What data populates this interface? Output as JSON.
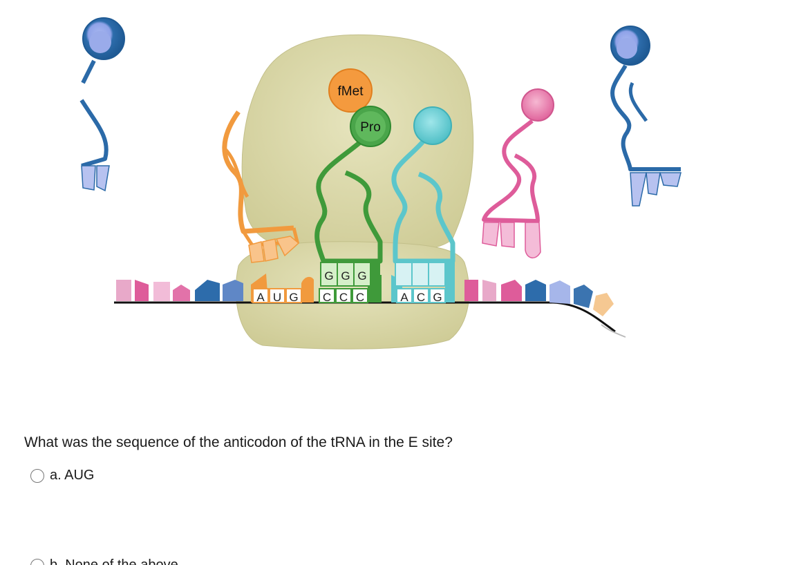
{
  "figure": {
    "amino_acids": {
      "p_site": "fMet",
      "a_site": "Pro"
    },
    "mrna_codons": [
      "A",
      "U",
      "G",
      "C",
      "C",
      "C",
      "A",
      "C",
      "G"
    ],
    "anticodon_p_site": [
      "G",
      "G",
      "G"
    ],
    "colors": {
      "ribosome": "#d8d6a8",
      "orange_trna": "#f19a3e",
      "green_trna": "#3f9a3a",
      "cyan_trna": "#5cc6cb",
      "pink_trna": "#de5c9a",
      "blue_trna": "#2b6aa8"
    }
  },
  "question": {
    "text": "What was the sequence of the anticodon of the tRNA in the E site?",
    "options": [
      {
        "label": "a. AUG"
      },
      {
        "label": "b. None of the above"
      }
    ]
  }
}
